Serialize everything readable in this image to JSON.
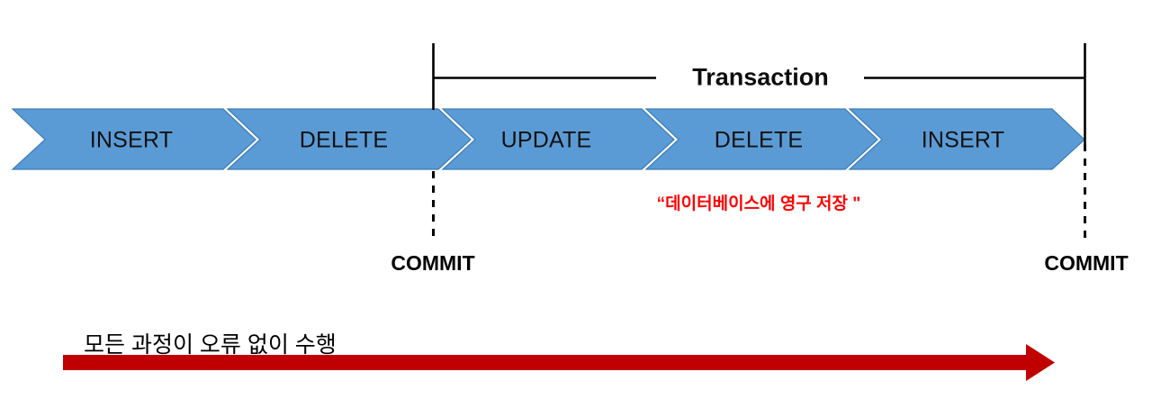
{
  "diagram": {
    "title": "Transaction flow with COMMIT points",
    "colors": {
      "chevron_fill": "#5B9BD5",
      "chevron_stroke": "#3C7CB8",
      "chevron_gap": "#FFFFFF",
      "line": "#000000",
      "note_red": "#FF0000",
      "arrow_red": "#C00000",
      "background": "#FFFFFF"
    },
    "steps": [
      {
        "label": "INSERT",
        "in_transaction": false
      },
      {
        "label": "DELETE",
        "in_transaction": false
      },
      {
        "label": "UPDATE",
        "in_transaction": true
      },
      {
        "label": "DELETE",
        "in_transaction": true
      },
      {
        "label": "INSERT",
        "in_transaction": true
      }
    ],
    "bracket": {
      "label": "Transaction"
    },
    "markers": [
      {
        "label": "COMMIT",
        "position": "left"
      },
      {
        "label": "COMMIT",
        "position": "right"
      }
    ],
    "notes": {
      "permanent_store": "“데이터베이스에 영구 저장 \"",
      "success_caption": "모든 과정이 오류 없이 수행"
    },
    "arrow": {
      "name": "progress-arrow",
      "direction": "right",
      "color": "#C00000"
    }
  }
}
